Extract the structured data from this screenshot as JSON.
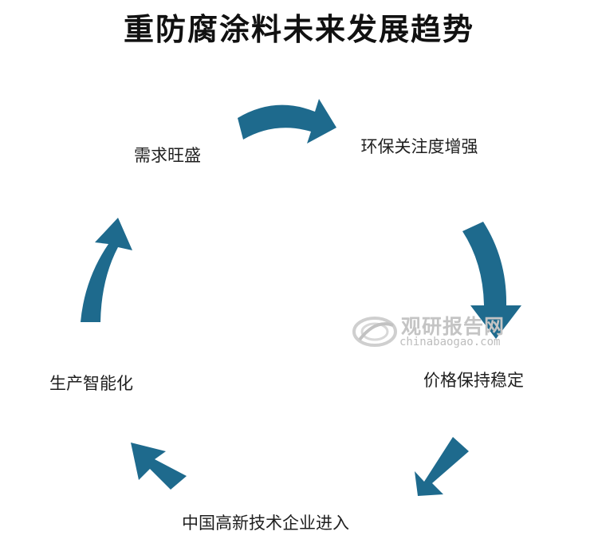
{
  "title": "重防腐涂料未来发展趋势",
  "cycle": {
    "arrow_color": "#1e6a8d",
    "nodes": [
      {
        "label": "需求旺盛"
      },
      {
        "label": "环保关注度增强"
      },
      {
        "label": "价格保持稳定"
      },
      {
        "label": "中国高新技术企业进入"
      },
      {
        "label": "生产智能化"
      }
    ]
  },
  "watermark": {
    "name_cn": "观研报告网",
    "url": "chinabaogao.com"
  }
}
